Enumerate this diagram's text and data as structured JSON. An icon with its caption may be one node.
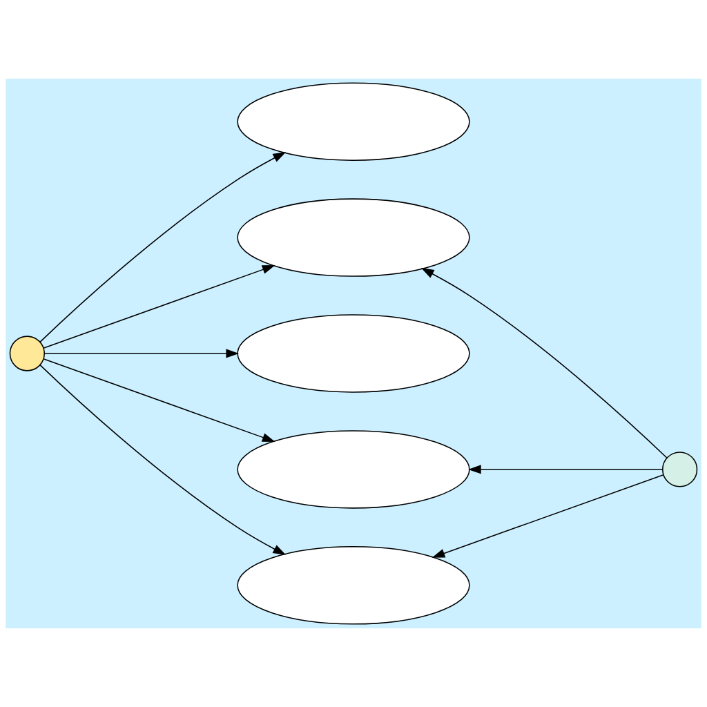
{
  "diagram": {
    "nodes": [
      {
        "text": [],
        "shape": "person"
      },
      {
        "text": [],
        "shape": "ellipse"
      },
      {
        "text": [],
        "shape": "ellipse"
      },
      {
        "text": [],
        "shape": "ellipse"
      },
      {
        "text": [],
        "shape": "ellipse"
      },
      {
        "text": [],
        "shape": "ellipse"
      },
      {
        "text": [],
        "shape": "person"
      }
    ],
    "edges": [
      {
        "from": 0,
        "to": 1,
        "arrow": "to"
      },
      {
        "from": 0,
        "to": 2,
        "arrow": "to"
      },
      {
        "from": 0,
        "to": 3,
        "arrow": "to"
      },
      {
        "from": 0,
        "to": 4,
        "arrow": "to"
      },
      {
        "from": 0,
        "to": 5,
        "arrow": "to"
      },
      {
        "from": 6,
        "to": 2,
        "arrow": "to"
      },
      {
        "from": 6,
        "to": 4,
        "arrow": "to"
      },
      {
        "from": 6,
        "to": 5,
        "arrow": "to"
      }
    ]
  }
}
